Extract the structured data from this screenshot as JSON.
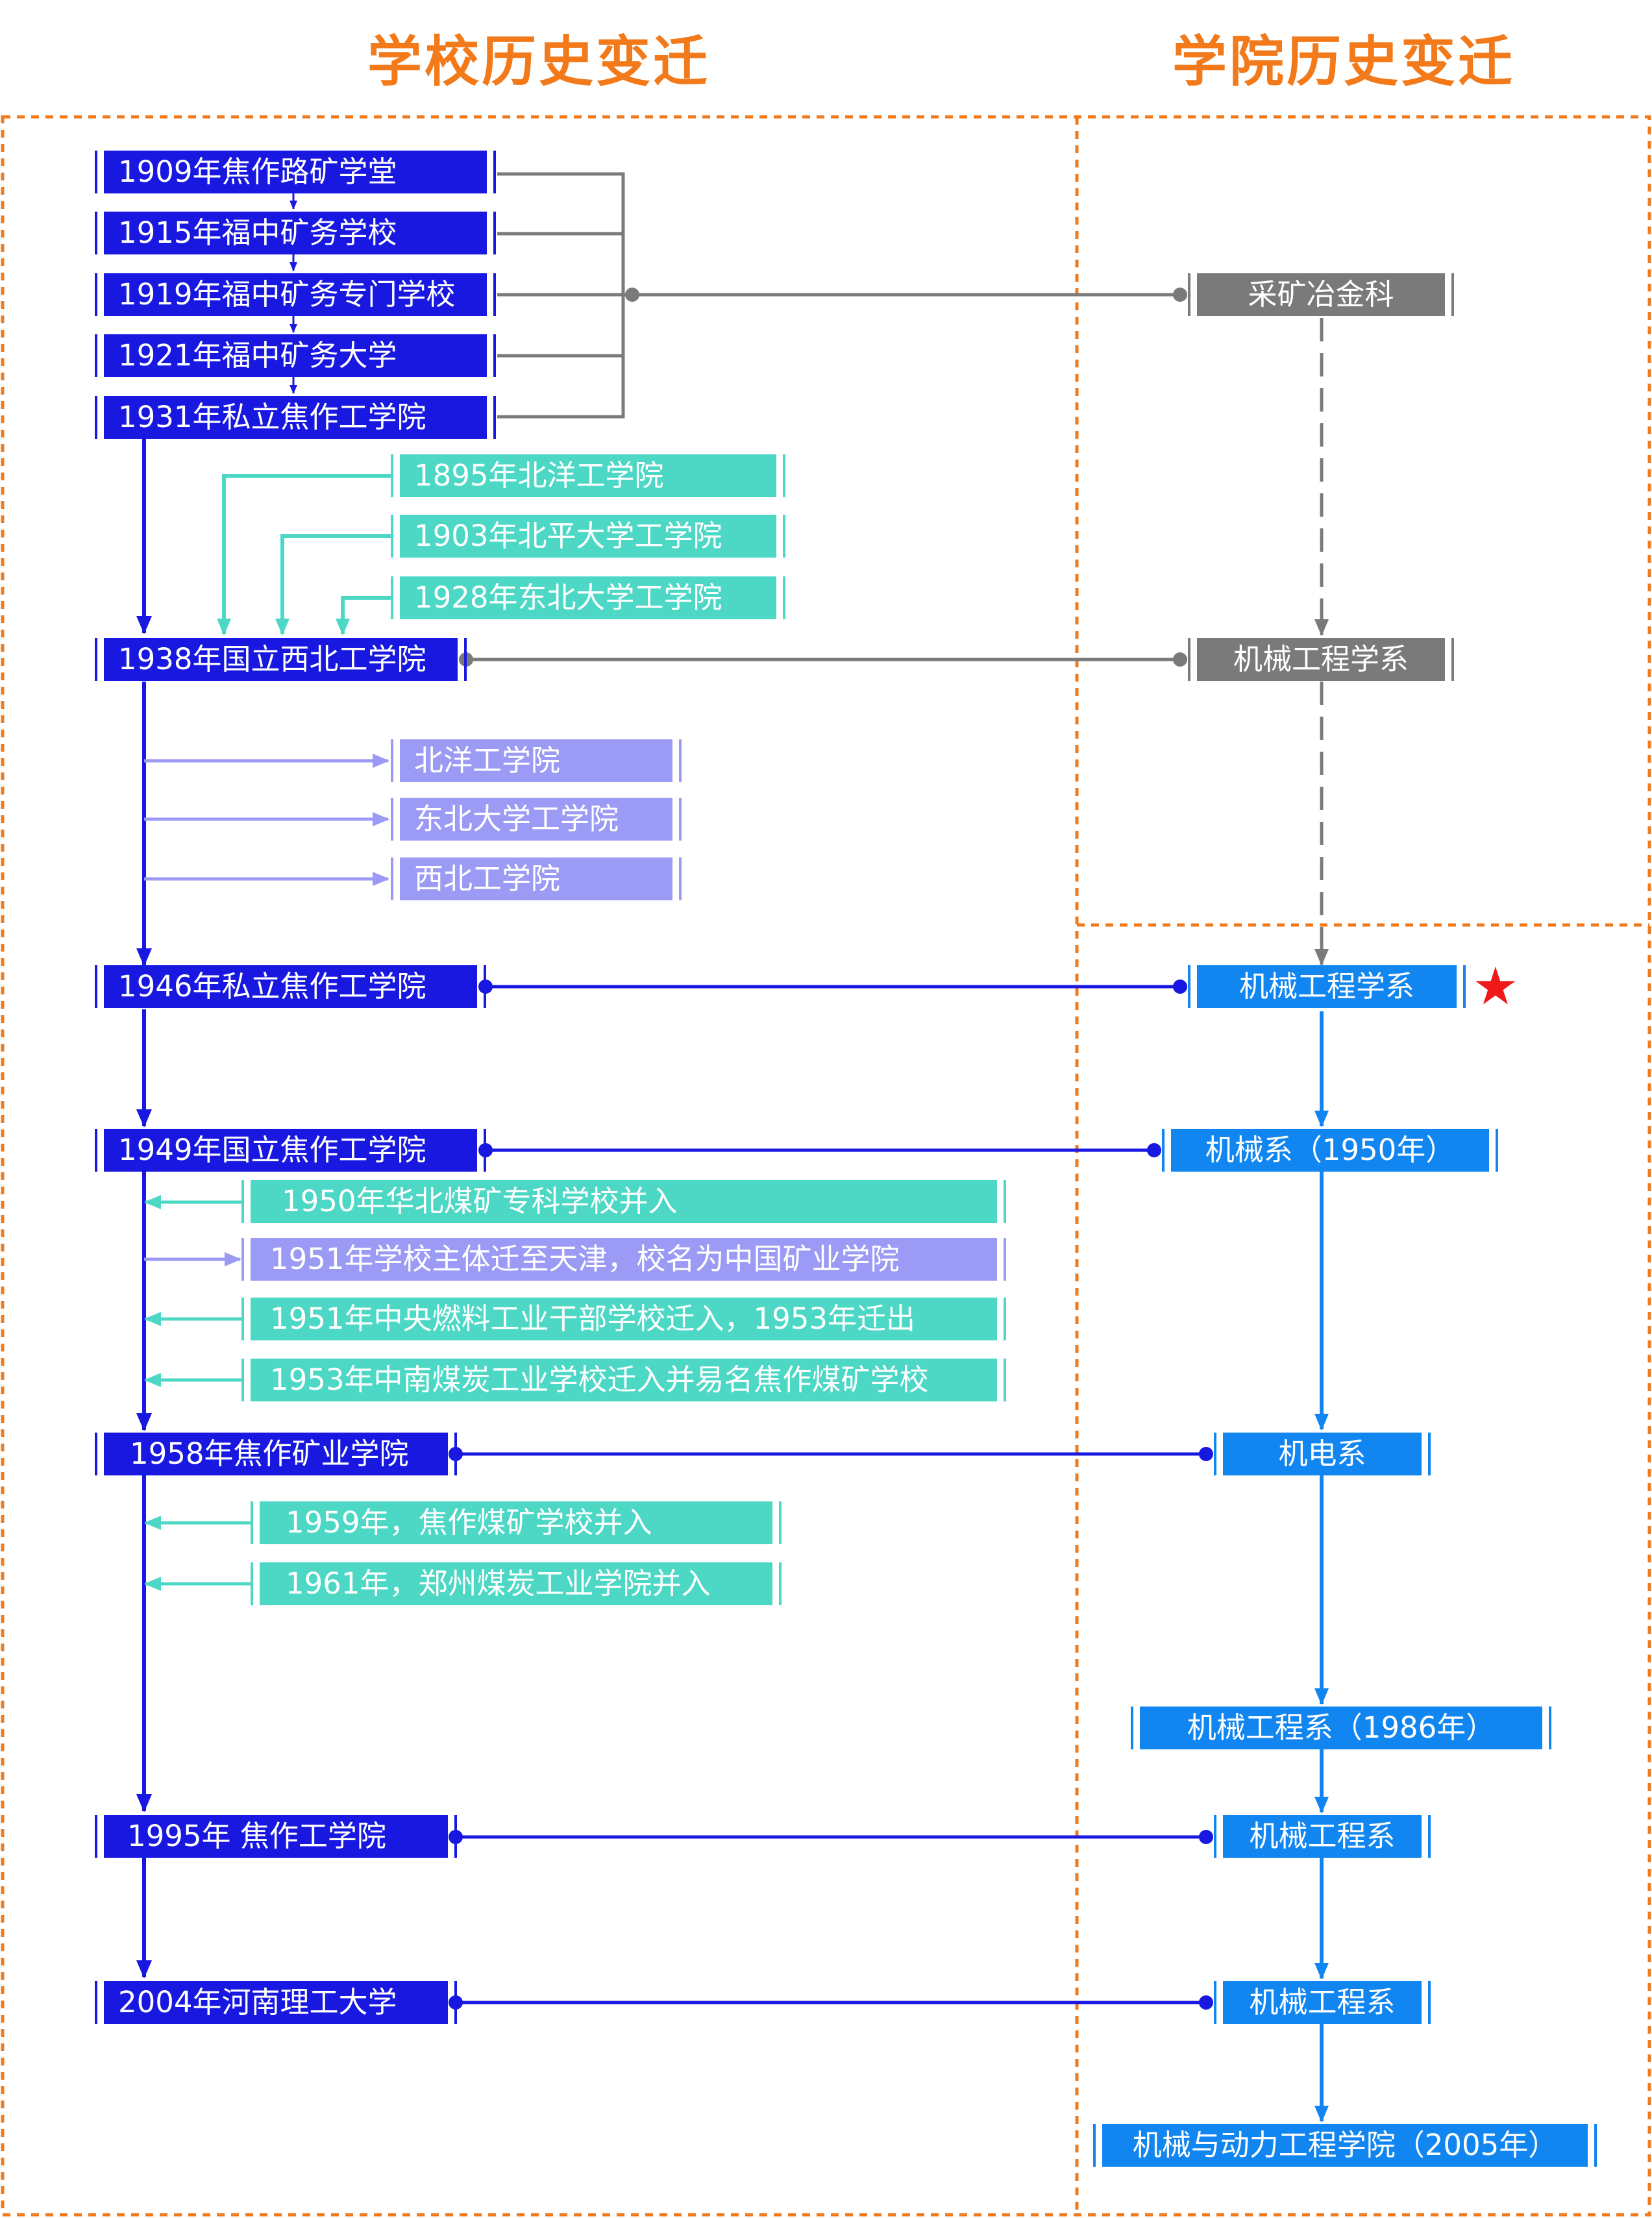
{
  "headers": {
    "school": "学校历史变迁",
    "college": "学院历史变迁"
  },
  "school": {
    "y1909": "1909年焦作路矿学堂",
    "y1915": "1915年福中矿务学校",
    "y1919": "1919年福中矿务专门学校",
    "y1921": "1921年福中矿务大学",
    "y1931": "1931年私立焦作工学院",
    "y1938": "1938年国立西北工学院",
    "y1946": "1946年私立焦作工学院",
    "y1949": "1949年国立焦作工学院",
    "y1958": "1958年焦作矿业学院",
    "y1995": "1995年 焦作工学院",
    "y2004": "2004年河南理工大学"
  },
  "merged_in": {
    "beiyang": "1895年北洋工学院",
    "beiping": "1903年北平大学工学院",
    "dongbei": "1928年东北大学工学院",
    "huabei": "1950年华北煤矿专科学校并入",
    "ranliao": "1951年中央燃料工业干部学校迁入，1953年迁出",
    "zhongnan": "1953年中南煤炭工业学校迁入并易名焦作煤矿学校",
    "meikuang": "1959年，焦作煤矿学校并入",
    "zhengzhou": "1961年，郑州煤炭工业学院并入"
  },
  "split_out": {
    "beiyang": "北洋工学院",
    "dongbei": "东北大学工学院",
    "xibei": "西北工学院",
    "tianjin": "1951年学校主体迁至天津，校名为中国矿业学院"
  },
  "college": {
    "caikuang": "采矿冶金科",
    "jixie_1938": "机械工程学系",
    "jixie_1946": "机械工程学系",
    "jixie_1950": "机械系（1950年）",
    "jidian": "机电系",
    "jixie_1986": "机械工程系（1986年）",
    "jixie_1995": "机械工程系",
    "jixie_2004": "机械工程系",
    "jixie_2005": "机械与动力工程学院（2005年）"
  },
  "marker": {
    "star": "★",
    "color": "#F01818"
  },
  "colors": {
    "header": "#F27A1A",
    "school_node": "#1818E0",
    "merged_in": "#4DD8C6",
    "split_out": "#9B9BF5",
    "college_early": "#7A7A7A",
    "college_node": "#1185F0",
    "boundary": "#F27A1A"
  }
}
